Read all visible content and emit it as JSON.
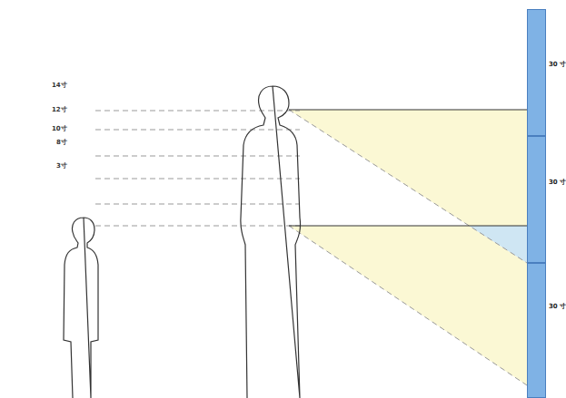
{
  "diagram": {
    "nodes": [
      {
        "text": [
          "30 寸"
        ]
      },
      {
        "text": [
          "30 寸"
        ]
      },
      {
        "text": [
          "30 寸"
        ]
      }
    ],
    "labels": [
      "14寸",
      "12寸",
      "10寸",
      "8寸",
      "3寸"
    ]
  }
}
